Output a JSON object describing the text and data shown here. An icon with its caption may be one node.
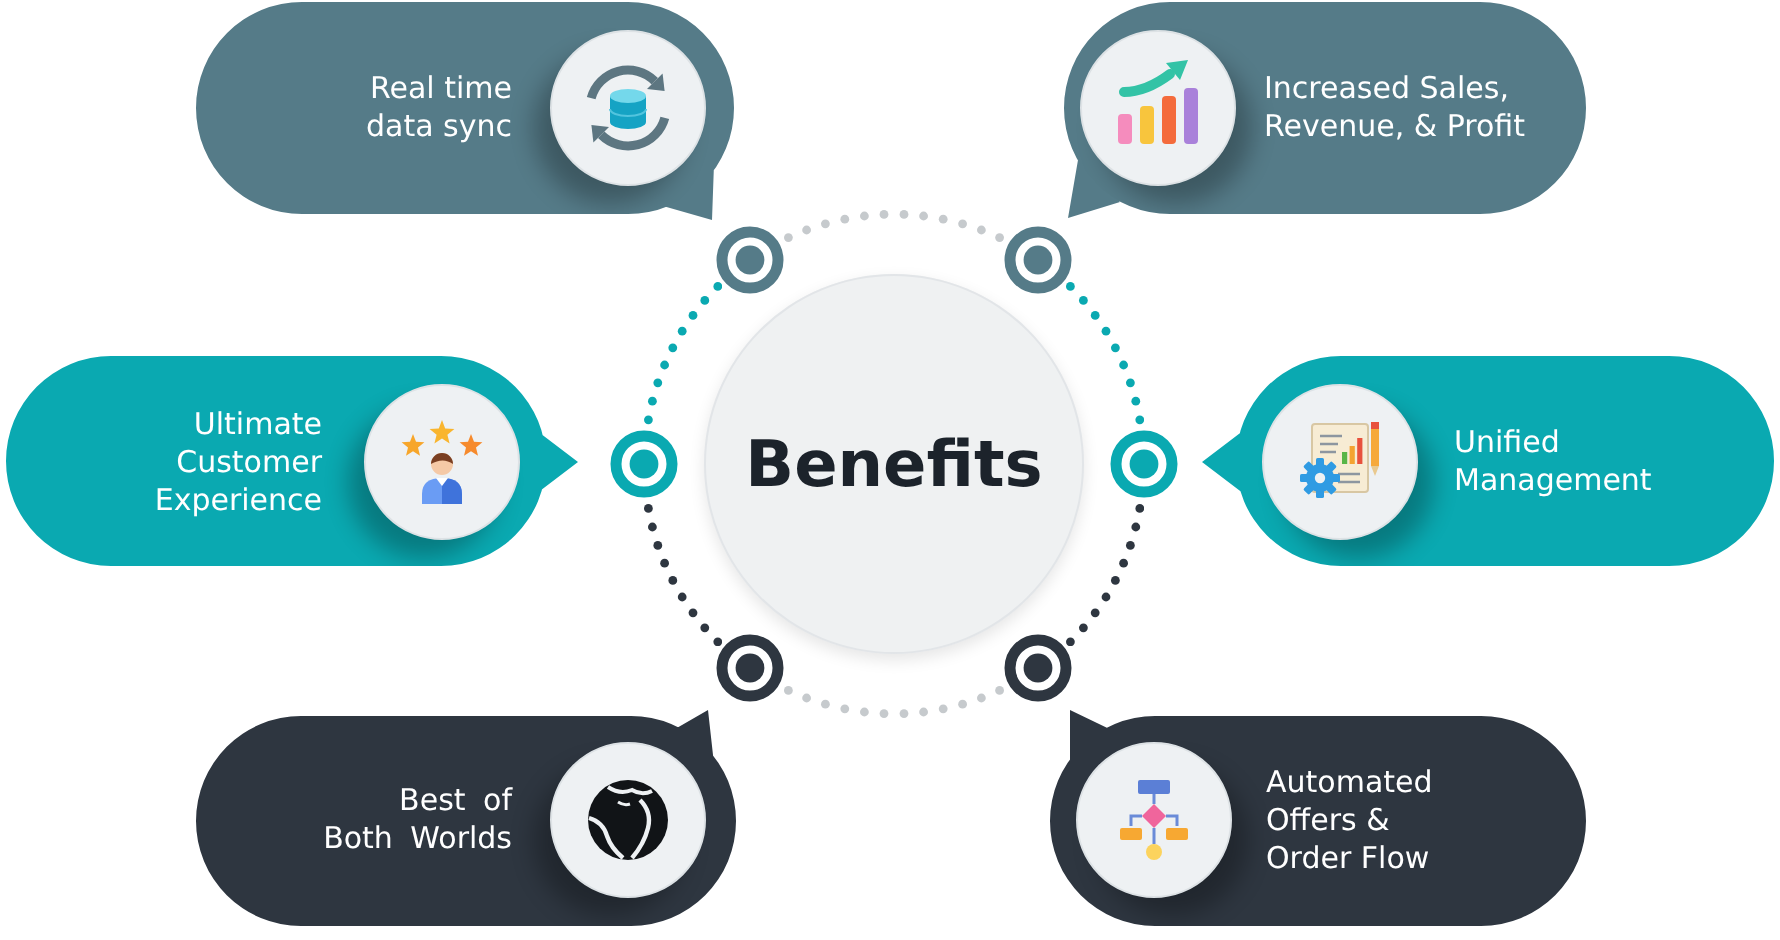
{
  "diagram": {
    "nodes": [
      {
        "text": [
          "Benefits"
        ]
      },
      {
        "text": [
          "Real time data sync"
        ]
      },
      {
        "text": [
          "Increased Sales, Revenue, & Profit"
        ]
      },
      {
        "text": [
          "Ultimate Customer Experience"
        ]
      },
      {
        "text": [
          "Unified Management"
        ]
      },
      {
        "text": [
          "Best of Both Worlds"
        ]
      },
      {
        "text": [
          "Automated Offers & Order Flow"
        ]
      }
    ]
  }
}
